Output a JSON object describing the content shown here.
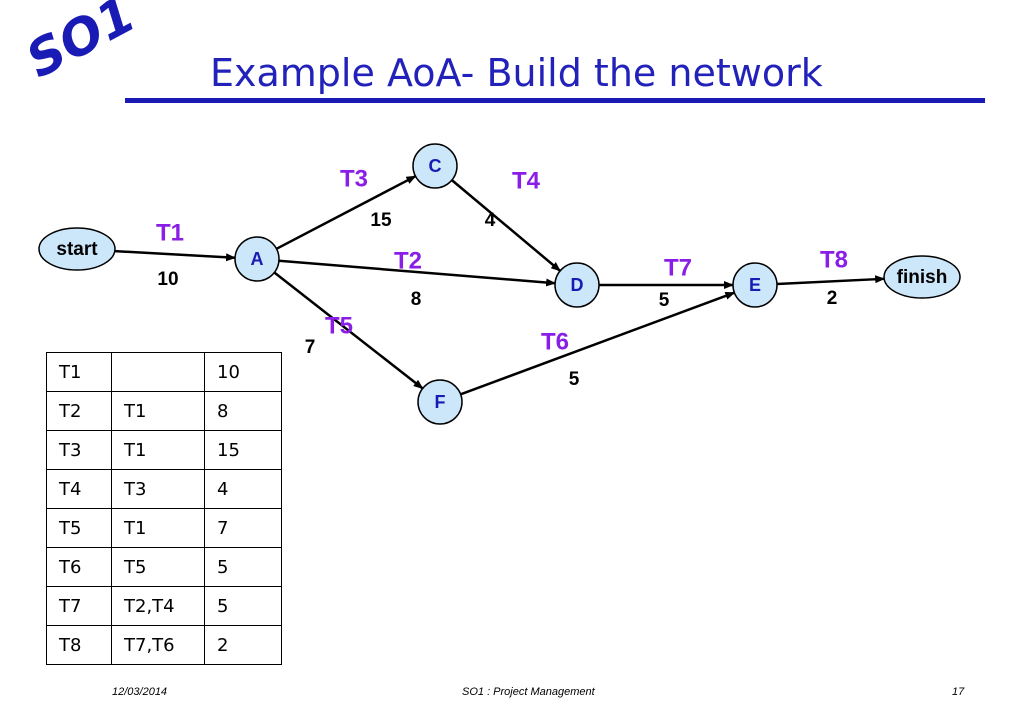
{
  "logo": {
    "text": "SO1"
  },
  "title": "Example AoA- Build the network",
  "network": {
    "nodes": [
      {
        "id": "start",
        "label": "start",
        "shape": "ellipse"
      },
      {
        "id": "A",
        "label": "A",
        "shape": "circle"
      },
      {
        "id": "C",
        "label": "C",
        "shape": "circle"
      },
      {
        "id": "D",
        "label": "D",
        "shape": "circle"
      },
      {
        "id": "E",
        "label": "E",
        "shape": "circle"
      },
      {
        "id": "F",
        "label": "F",
        "shape": "circle"
      },
      {
        "id": "finish",
        "label": "finish",
        "shape": "ellipse"
      }
    ],
    "edges": [
      {
        "id": "T1",
        "from": "start",
        "to": "A",
        "task": "T1",
        "duration": "10"
      },
      {
        "id": "T2",
        "from": "A",
        "to": "D",
        "task": "T2",
        "duration": "8"
      },
      {
        "id": "T3",
        "from": "A",
        "to": "C",
        "task": "T3",
        "duration": "15"
      },
      {
        "id": "T4",
        "from": "C",
        "to": "D",
        "task": "T4",
        "duration": "4"
      },
      {
        "id": "T5",
        "from": "A",
        "to": "F",
        "task": "T5",
        "duration": "7"
      },
      {
        "id": "T6",
        "from": "F",
        "to": "E",
        "task": "T6",
        "duration": "5"
      },
      {
        "id": "T7",
        "from": "D",
        "to": "E",
        "task": "T7",
        "duration": "5"
      },
      {
        "id": "T8",
        "from": "E",
        "to": "finish",
        "task": "T8",
        "duration": "2"
      }
    ]
  },
  "table": {
    "rows": [
      [
        "T1",
        "",
        "10"
      ],
      [
        "T2",
        "T1",
        "8"
      ],
      [
        "T3",
        "T1",
        "15"
      ],
      [
        "T4",
        "T3",
        "4"
      ],
      [
        "T5",
        "T1",
        "7"
      ],
      [
        "T6",
        "T5",
        "5"
      ],
      [
        "T7",
        "T2,T4",
        "5"
      ],
      [
        "T8",
        "T7,T6",
        "2"
      ]
    ]
  },
  "footer": {
    "date": "12/03/2014",
    "course": "SO1 : Project Management",
    "page": "17"
  },
  "colors": {
    "node_fill": "#cce6fa",
    "node_label": "#1a1ab4",
    "task_label": "#8a1ee6",
    "title": "#2222bb"
  }
}
